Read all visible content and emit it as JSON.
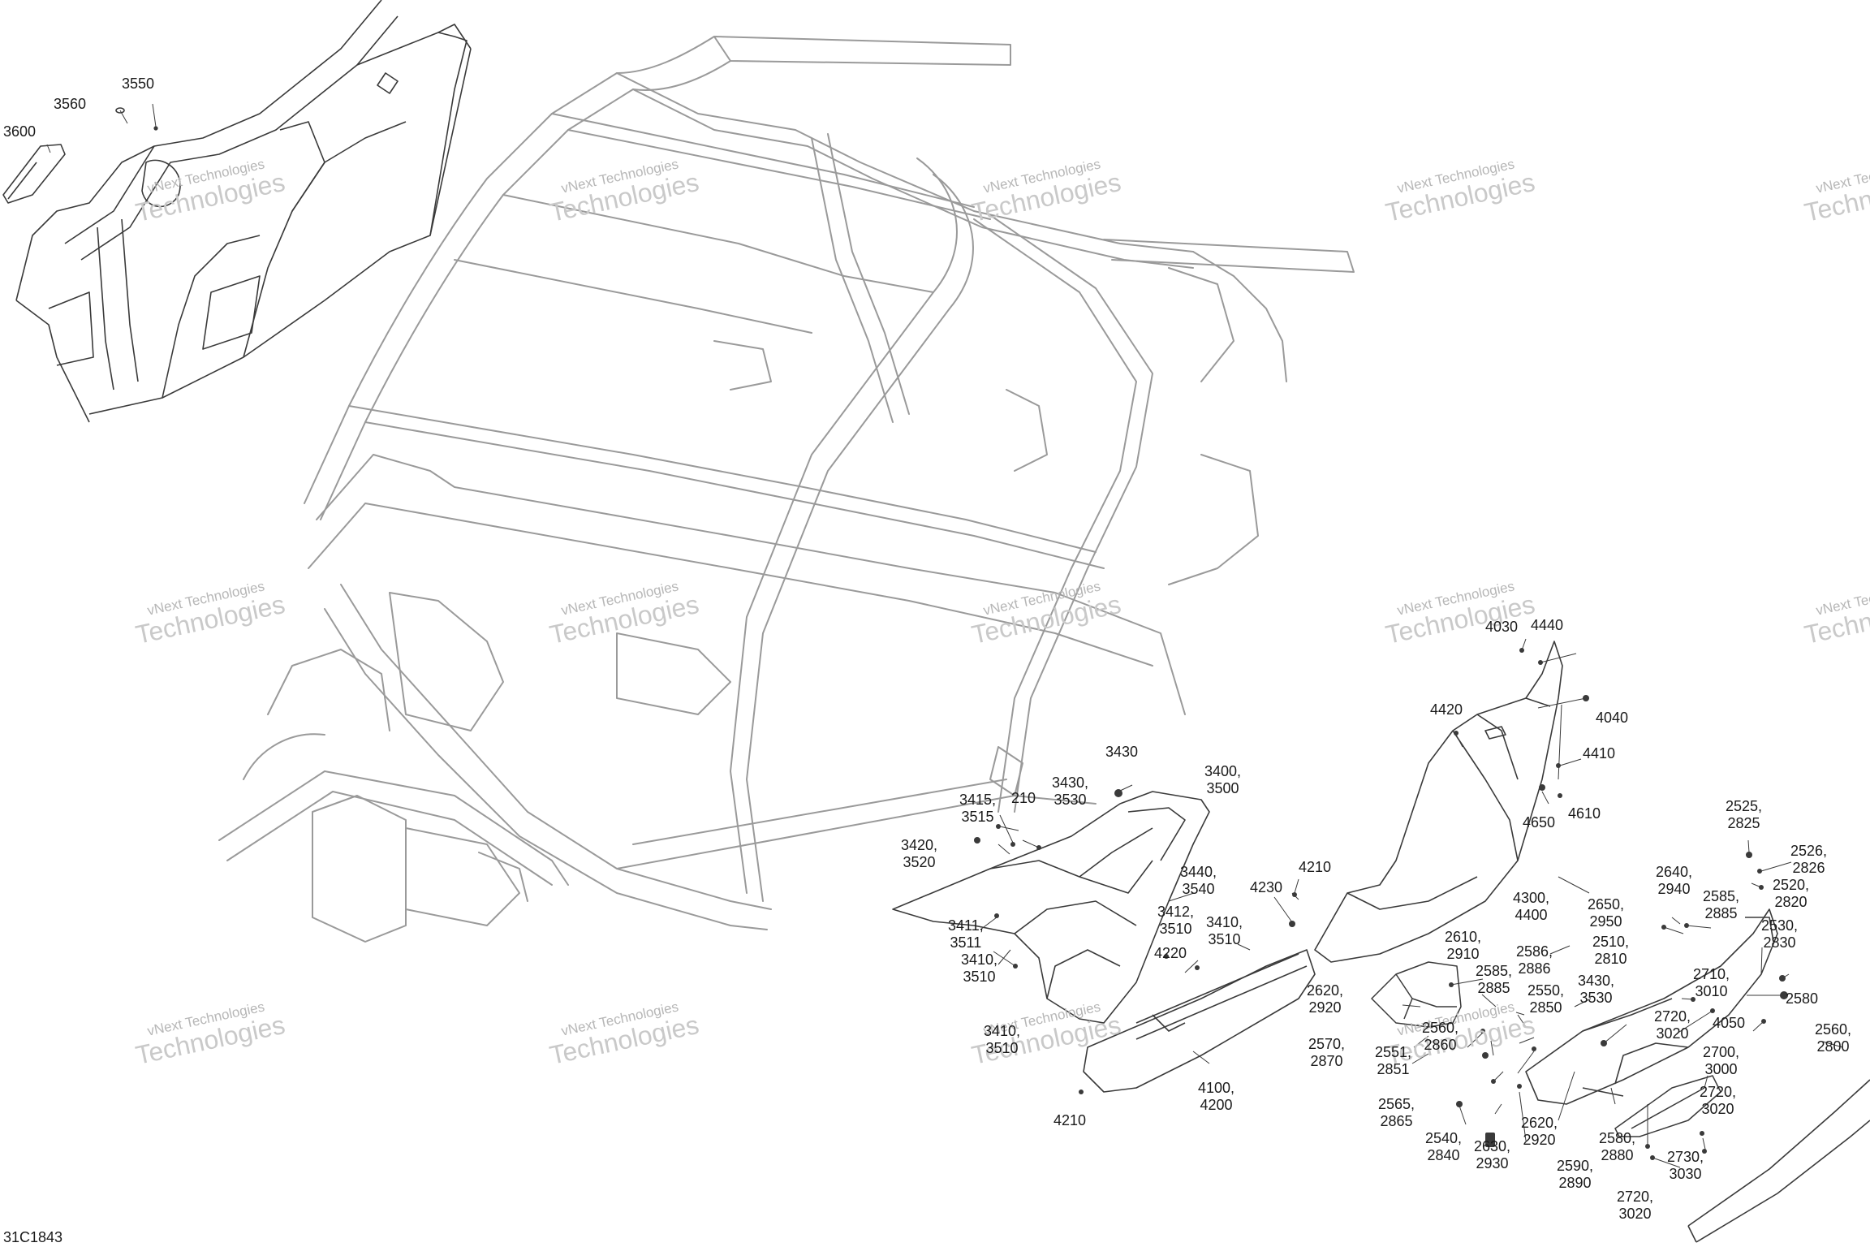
{
  "diagram": {
    "code": "31C1843",
    "line_color": "#9a9a9a",
    "part_color": "#3a3a3a",
    "watermark_color": "#bdbdbd"
  },
  "watermark": {
    "small": "vNext Technologies",
    "large": "Technologies"
  },
  "callouts": [
    {
      "id": "c3600",
      "lines": [
        "3600"
      ]
    },
    {
      "id": "c3560",
      "lines": [
        "3560"
      ]
    },
    {
      "id": "c3550",
      "lines": [
        "3550"
      ]
    },
    {
      "id": "c4030",
      "lines": [
        "4030"
      ]
    },
    {
      "id": "c4440",
      "lines": [
        "4440"
      ]
    },
    {
      "id": "c4040",
      "lines": [
        "4040"
      ]
    },
    {
      "id": "c4420",
      "lines": [
        "4420"
      ]
    },
    {
      "id": "c4410",
      "lines": [
        "4410"
      ]
    },
    {
      "id": "c4650",
      "lines": [
        "4650"
      ]
    },
    {
      "id": "c4610",
      "lines": [
        "4610"
      ]
    },
    {
      "id": "c3430a",
      "lines": [
        "3430"
      ]
    },
    {
      "id": "c3400",
      "lines": [
        "3400,",
        "3500"
      ]
    },
    {
      "id": "c3415",
      "lines": [
        "3415,",
        "3515"
      ]
    },
    {
      "id": "c210",
      "lines": [
        "210"
      ]
    },
    {
      "id": "c3430b",
      "lines": [
        "3430,",
        "3530"
      ]
    },
    {
      "id": "c3420",
      "lines": [
        "3420,",
        "3520"
      ]
    },
    {
      "id": "c3440",
      "lines": [
        "3440,",
        "3540"
      ]
    },
    {
      "id": "c4210a",
      "lines": [
        "4210"
      ]
    },
    {
      "id": "c4230",
      "lines": [
        "4230"
      ]
    },
    {
      "id": "c3411",
      "lines": [
        "3411,",
        "3511"
      ]
    },
    {
      "id": "c3412",
      "lines": [
        "3412,",
        "3510"
      ]
    },
    {
      "id": "c3410a",
      "lines": [
        "3410,",
        "3510"
      ]
    },
    {
      "id": "c3410b",
      "lines": [
        "3410,",
        "3510"
      ]
    },
    {
      "id": "c4220",
      "lines": [
        "4220"
      ]
    },
    {
      "id": "c3410c",
      "lines": [
        "3410,",
        "3510"
      ]
    },
    {
      "id": "c4100",
      "lines": [
        "4100,",
        "4200"
      ]
    },
    {
      "id": "c4210b",
      "lines": [
        "4210"
      ]
    },
    {
      "id": "c4300",
      "lines": [
        "4300,",
        "4400"
      ]
    },
    {
      "id": "c2525",
      "lines": [
        "2525,",
        "2825"
      ]
    },
    {
      "id": "c2526",
      "lines": [
        "2526,",
        "2826"
      ]
    },
    {
      "id": "c2640",
      "lines": [
        "2640,",
        "2940"
      ]
    },
    {
      "id": "c2520",
      "lines": [
        "2520,",
        "2820"
      ]
    },
    {
      "id": "c2585a",
      "lines": [
        "2585,",
        "2885"
      ]
    },
    {
      "id": "c2650",
      "lines": [
        "2650,",
        "2950"
      ]
    },
    {
      "id": "c2530",
      "lines": [
        "2530,",
        "2830"
      ]
    },
    {
      "id": "c2510",
      "lines": [
        "2510,",
        "2810"
      ]
    },
    {
      "id": "c2610",
      "lines": [
        "2610,",
        "2910"
      ]
    },
    {
      "id": "c2586",
      "lines": [
        "2586,",
        "2886"
      ]
    },
    {
      "id": "c2585b",
      "lines": [
        "2585,",
        "2885"
      ]
    },
    {
      "id": "c2710",
      "lines": [
        "2710,",
        "3010"
      ]
    },
    {
      "id": "c2580a",
      "lines": [
        "2580"
      ]
    },
    {
      "id": "c2620a",
      "lines": [
        "2620,",
        "2920"
      ]
    },
    {
      "id": "c3430c",
      "lines": [
        "3430,",
        "3530"
      ]
    },
    {
      "id": "c2550",
      "lines": [
        "2550,",
        "2850"
      ]
    },
    {
      "id": "c4050",
      "lines": [
        "4050"
      ]
    },
    {
      "id": "c2720a",
      "lines": [
        "2720,",
        "3020"
      ]
    },
    {
      "id": "c2560a",
      "lines": [
        "2560,",
        "2860"
      ]
    },
    {
      "id": "c2560b",
      "lines": [
        "2560,",
        "2800"
      ]
    },
    {
      "id": "c2570",
      "lines": [
        "2570,",
        "2870"
      ]
    },
    {
      "id": "c2551",
      "lines": [
        "2551,",
        "2851"
      ]
    },
    {
      "id": "c2700",
      "lines": [
        "2700,",
        "3000"
      ]
    },
    {
      "id": "c2565",
      "lines": [
        "2565,",
        "2865"
      ]
    },
    {
      "id": "c2720b",
      "lines": [
        "2720,",
        "3020"
      ]
    },
    {
      "id": "c2620b",
      "lines": [
        "2620,",
        "2920"
      ]
    },
    {
      "id": "c2540",
      "lines": [
        "2540,",
        "2840"
      ]
    },
    {
      "id": "c2630",
      "lines": [
        "2630,",
        "2930"
      ]
    },
    {
      "id": "c2580b",
      "lines": [
        "2580,",
        "2880"
      ]
    },
    {
      "id": "c2730",
      "lines": [
        "2730,",
        "3030"
      ]
    },
    {
      "id": "c2590",
      "lines": [
        "2590,",
        "2890"
      ]
    },
    {
      "id": "c2720c",
      "lines": [
        "2720,",
        "3020"
      ]
    }
  ]
}
